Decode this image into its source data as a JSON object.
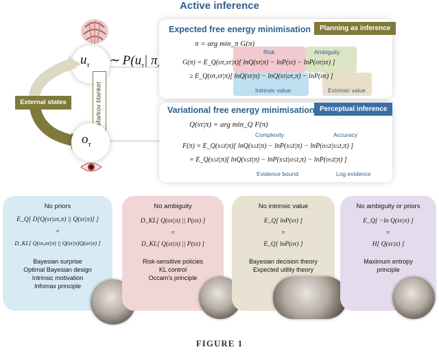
{
  "title": "Active inference",
  "left": {
    "action": "u",
    "action_sub": "τ",
    "action_policy": "∼ P(u",
    "action_policy_sub": "τ",
    "action_policy_end": "| π)",
    "observation": "o",
    "observation_sub": "τ",
    "external_states": "External states",
    "markov_blanket": "Markov blanket"
  },
  "top_panel": {
    "heading": "Expected free energy minimisation",
    "tag": "Planning as inference",
    "eq1": "π = arg min_π G(π)",
    "label_risk": "Risk",
    "label_ambiguity": "Ambiguity",
    "eq2": "G(π) = E_Q(oτ,sτ|π)[ lnQ(sτ|π) − lnP(sτ) − lnP(oτ|sτ) ]",
    "eq3": "≥ E_Q(oτ,sτ|π)[ lnQ(sτ|π) − lnQ(sτ|oτ,π) − lnP(oτ) ]",
    "label_intrinsic": "Intrinsic value",
    "label_extrinsic": "Extrinsic value"
  },
  "bottom_panel": {
    "heading": "Variational free energy minimisation",
    "tag": "Perceptual inference",
    "eq1": "Q(sτ|π) = arg min_Q F(π)",
    "label_complexity": "Complexity",
    "label_accuracy": "Accuracy",
    "eq2": "F(π) = E_Q(s≤t|π)[ lnQ(s≤t|π) − lnP(s≤t|π) − lnP(o≤t|s≤t,π) ]",
    "eq3": "= E_Q(s≤t|π)[ lnQ(s≤t|π) − lnP(s≤t|o≤t,π) − lnP(o≤t|π) ]",
    "label_evidence_bound": "Evidence bound",
    "label_log_evidence": "Log evidence"
  },
  "cards": [
    {
      "title": "No priors",
      "eq_a": "E_Q[ D[Q(sτ|oτ,π) || Q(sτ|π)] ]",
      "eq_op": "=",
      "eq_b": "D_KL[ Q(sτ,oτ|π) || Q(sτ|π)Q(oτ|π) ]",
      "lines": [
        "Bayesian surprise",
        "Optimal Bayesian design",
        "Intrinsic motivation",
        "Infomax principle"
      ],
      "color": "#d8ebf4"
    },
    {
      "title": "No ambiguity",
      "eq_a": "D_KL[ Q(oτ|π) || P(oτ) ]",
      "eq_op": "=",
      "eq_b": "D_KL[ Q(sτ|π) || P(sτ) ]",
      "lines": [
        "Risk-sensitive policies",
        "KL control",
        "Occam's principle"
      ],
      "color": "#f1d6d6"
    },
    {
      "title": "No intrinsic value",
      "eq_a": "E_Q[ lnP(sτ) ]",
      "eq_op": "=",
      "eq_b": "E_Q[ lnP(oτ) ]",
      "lines": [
        "Bayesian decision theory",
        "Expected utility theory"
      ],
      "color": "#e8e2d2"
    },
    {
      "title": "No ambiguity or priors",
      "eq_a": "E_Q[ −ln Q(sτ|π) ]",
      "eq_op": "=",
      "eq_b": "H[ Q(sτ|π) ]",
      "lines": [
        "Maximum entropy",
        "principle"
      ],
      "color": "#e4dcec"
    }
  ],
  "caption": "FIGURE 1",
  "colors": {
    "title": "#2e5f8a",
    "olive": "#7f7a3a",
    "blue_tag": "#3b6ea5",
    "risk": "#f2c9cf",
    "ambiguity": "#dbe5c3",
    "intrinsic": "#bfe0f0",
    "extrinsic": "#e9dfc9"
  }
}
